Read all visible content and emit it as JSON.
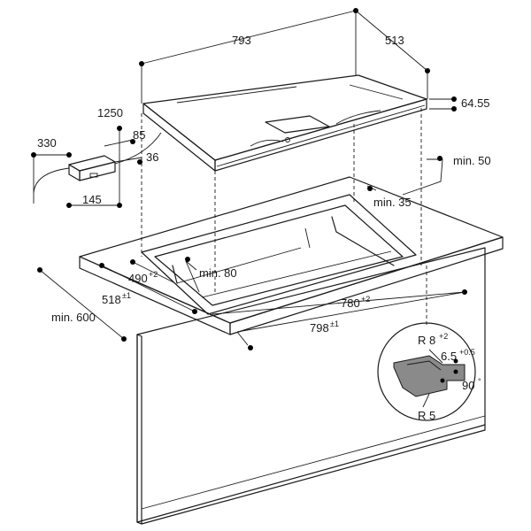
{
  "labels": {
    "top_width": "793",
    "top_depth": "513",
    "cable_length": "1250",
    "box_length": "330",
    "box_height": "85",
    "box_offset": "36",
    "box_width": "145",
    "hob_thickness": "64.55",
    "min_front": "min. 50",
    "min_back": "min. 35",
    "min_side": "min. 80",
    "cut_depth_a": "490",
    "cut_depth_a_tol": "+2",
    "cut_depth_b": "518",
    "cut_depth_b_tol": "±1",
    "counter_depth": "min. 600",
    "cut_width_a": "780",
    "cut_width_a_tol": "+2",
    "cut_width_b": "798",
    "cut_width_b_tol": "±1",
    "radius_top": "R 8",
    "radius_top_tol": "+2",
    "rebate": "6.5",
    "rebate_tol": "+0.5",
    "angle": "90",
    "angle_unit": "°",
    "radius_bottom": "R 5"
  }
}
